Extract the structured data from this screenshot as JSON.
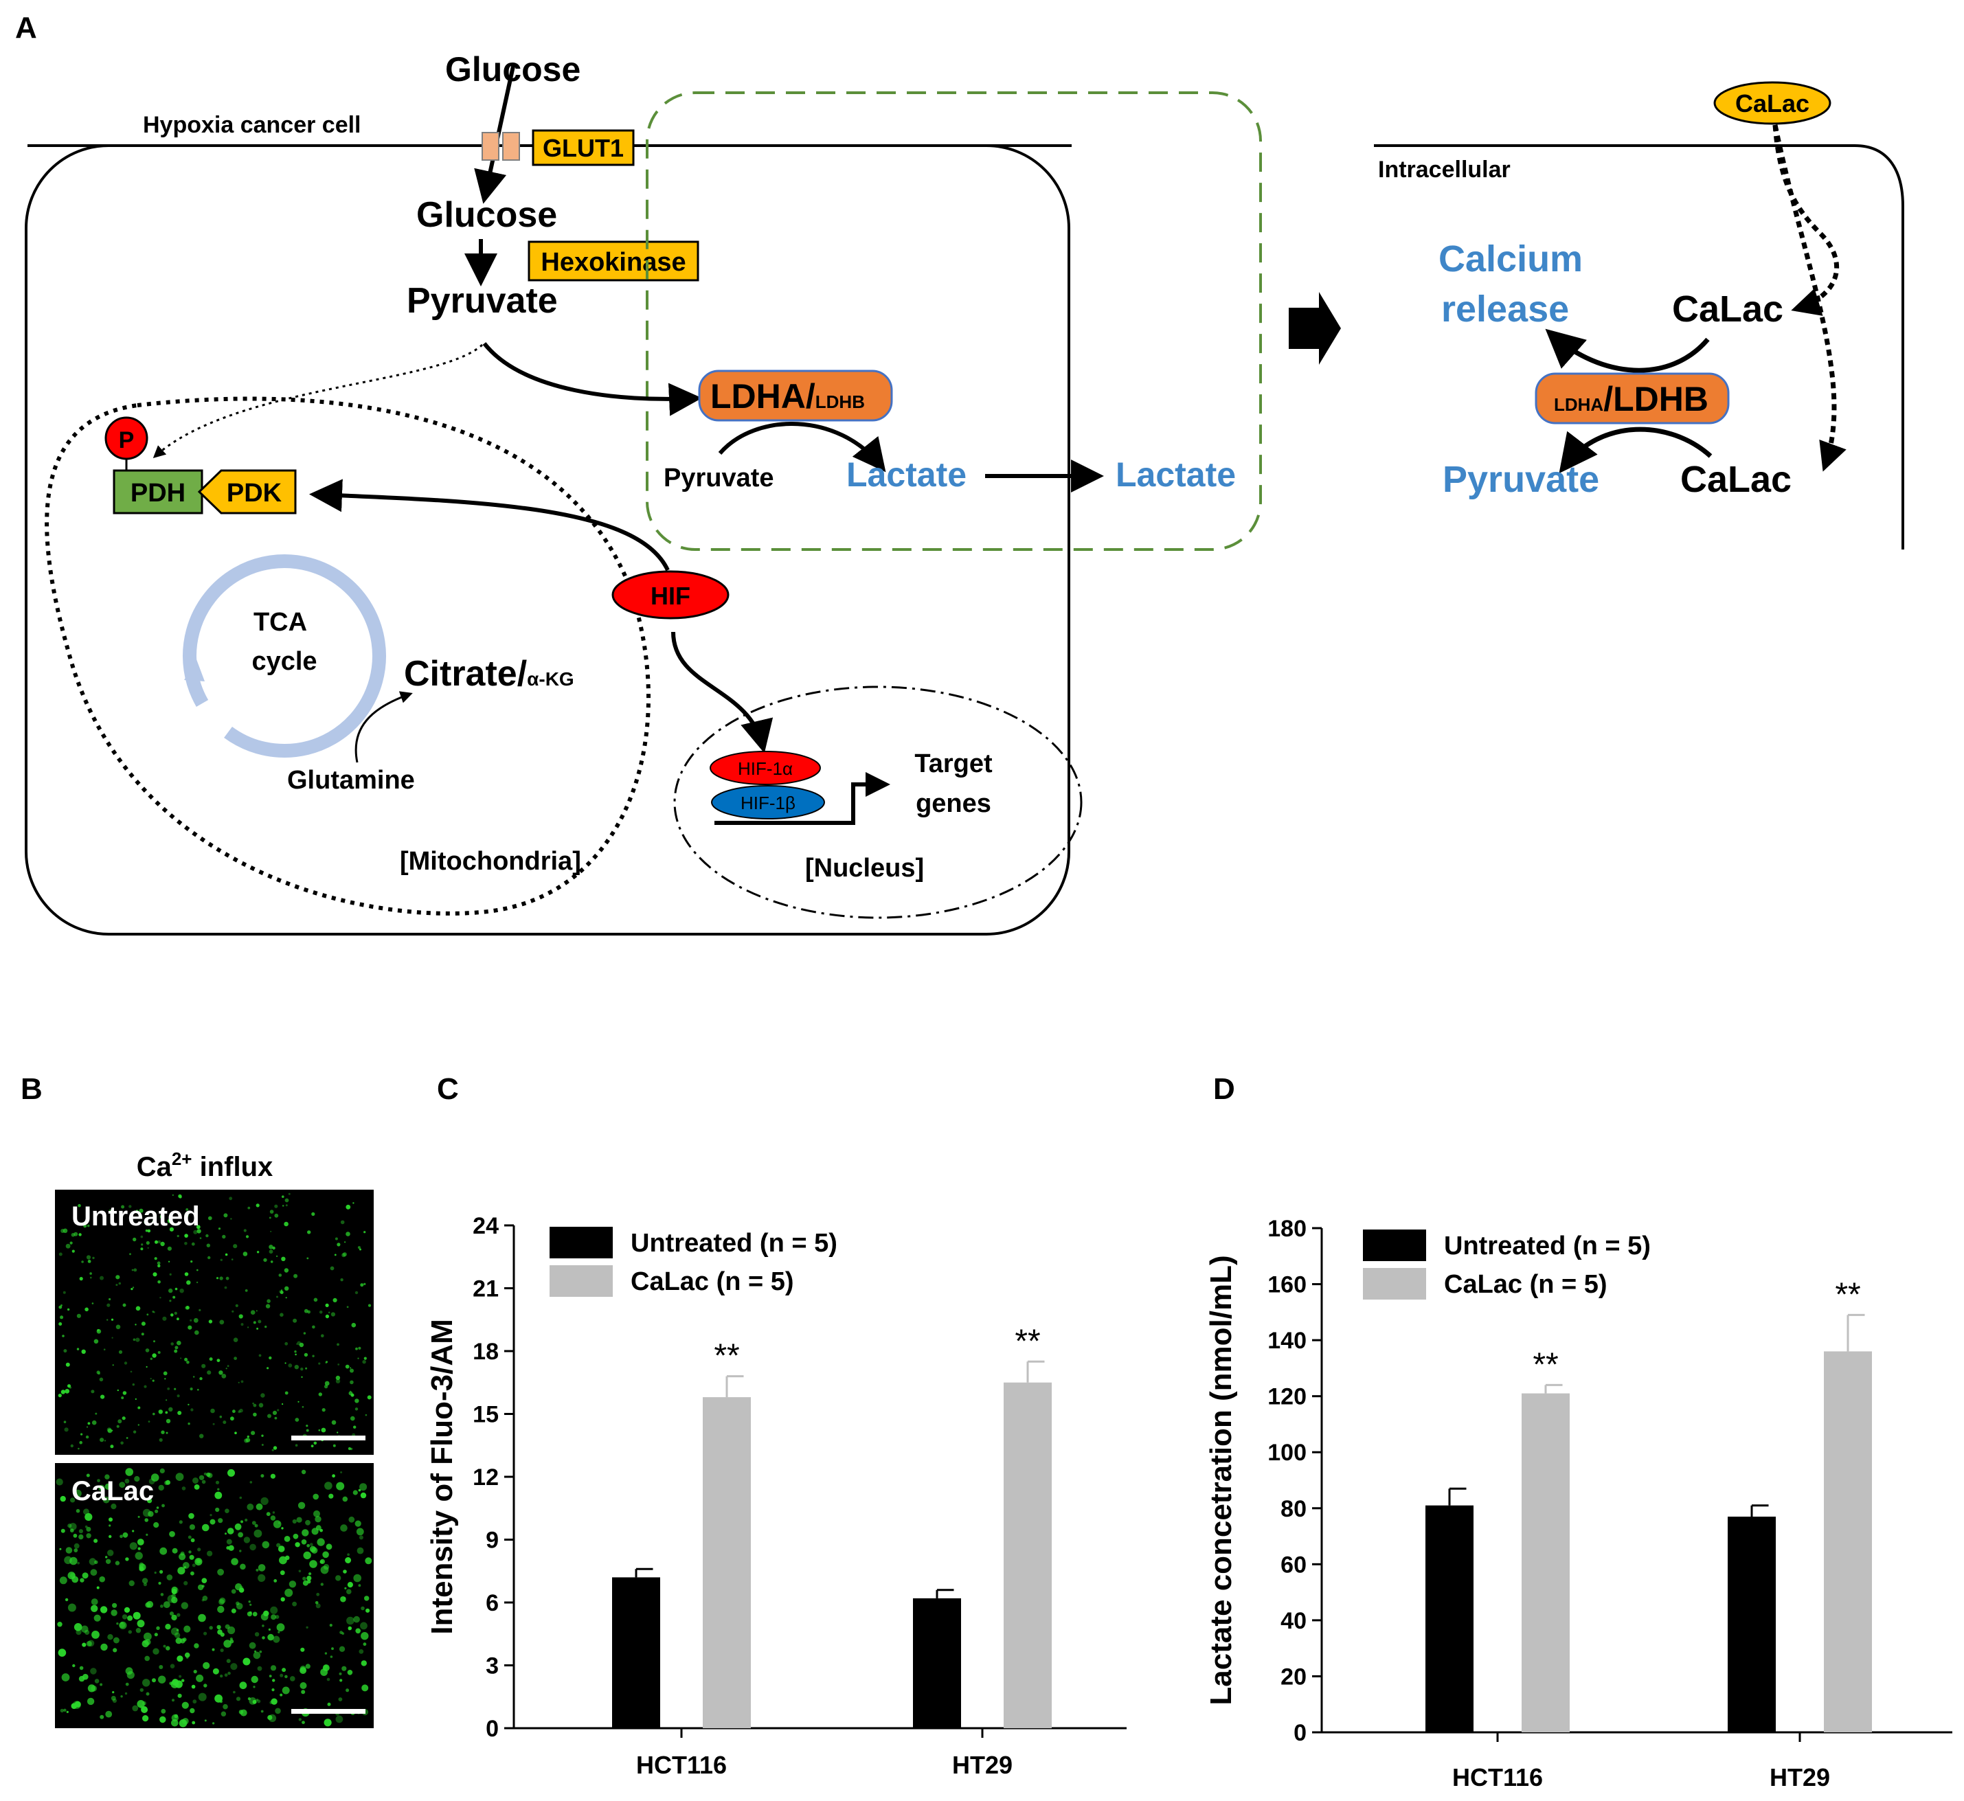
{
  "panel_labels": {
    "a": "A",
    "b": "B",
    "c": "C",
    "d": "D"
  },
  "colors": {
    "orange": "#ed7d31",
    "yellow": "#ffc000",
    "green": "#70ad47",
    "red": "#ff0000",
    "blue_text": "#3f86c8",
    "hif_beta_blue": "#0070c0",
    "gray_bar": "#bfbfbf",
    "black_bar": "#000000",
    "tca_ring": "#b4c7e7",
    "dashed_box": "#5b8f3a",
    "fluor_green": "#2bd62b"
  },
  "diagram": {
    "glucose_top": "Glucose",
    "cell_label": "Hypoxia cancer cell",
    "glut1": "GLUT1",
    "glucose_in": "Glucose",
    "hexokinase": "Hexokinase",
    "pyruvate": "Pyruvate",
    "ldha_main": "LDHA/",
    "ldha_sub": "LDHB",
    "pyruvate_small": "Pyruvate",
    "lactate1": "Lactate",
    "lactate2": "Lactate",
    "p_badge": "P",
    "pdh": "PDH",
    "pdk": "PDK",
    "hif": "HIF",
    "tca_line1": "TCA",
    "tca_line2": "cycle",
    "citrate": "Citrate/",
    "citrate_sub": "α-KG",
    "glutamine": "Glutamine",
    "mitochondria": "[Mitochondria]",
    "hif1a": "HIF-1α",
    "hif1b": "HIF-1β",
    "target1": "Target",
    "target2": "genes",
    "nucleus": "[Nucleus]",
    "calac_pill": "CaLac",
    "intracellular": "Intracellular",
    "calcium_release_1": "Calcium",
    "calcium_release_2": "release",
    "calac_top": "CaLac",
    "ldhb_sub": "LDHA",
    "ldhb_main": "/LDHB",
    "pyruvate_right": "Pyruvate",
    "calac_bottom": "CaLac"
  },
  "panel_b": {
    "title_main": "Ca",
    "title_sup": "2+",
    "title_rest": " influx",
    "img_top_label": "Untreated",
    "img_bottom_label": "CaLac"
  },
  "chart_data": [
    {
      "type": "bar",
      "panel": "C",
      "categories": [
        "HCT116",
        "HT29"
      ],
      "ylabel": "Intensity of Fluo-3/AM",
      "ylim": [
        0,
        24
      ],
      "yticks": [
        "0",
        "3",
        "6",
        "9",
        "12",
        "15",
        "18",
        "21",
        "24"
      ],
      "series": [
        {
          "name": "Untreated",
          "legend_n": "(n = 5)",
          "values": [
            7.2,
            6.2
          ],
          "errors": [
            0.4,
            0.4
          ],
          "color": "#000000"
        },
        {
          "name": "CaLac",
          "legend_n": "(n = 5)",
          "values": [
            15.8,
            16.5
          ],
          "errors": [
            1.0,
            1.0
          ],
          "color": "#bfbfbf"
        }
      ],
      "annotations": [
        {
          "category": "HCT116",
          "series": "CaLac",
          "text": "**"
        },
        {
          "category": "HT29",
          "series": "CaLac",
          "text": "**"
        }
      ],
      "legend_position": "top-left"
    },
    {
      "type": "bar",
      "panel": "D",
      "categories": [
        "HCT116",
        "HT29"
      ],
      "ylabel": "Lactate concetration (nmol/mL)",
      "ylim": [
        0,
        180
      ],
      "yticks": [
        "0",
        "20",
        "40",
        "60",
        "80",
        "100",
        "120",
        "140",
        "160",
        "180"
      ],
      "series": [
        {
          "name": "Untreated",
          "legend_n": "(n = 5)",
          "values": [
            81,
            77
          ],
          "errors": [
            6,
            4
          ],
          "color": "#000000"
        },
        {
          "name": "CaLac",
          "legend_n": "(n = 5)",
          "values": [
            121,
            136
          ],
          "errors": [
            3,
            13
          ],
          "color": "#bfbfbf"
        }
      ],
      "annotations": [
        {
          "category": "HCT116",
          "series": "CaLac",
          "text": "**"
        },
        {
          "category": "HT29",
          "series": "CaLac",
          "text": "**"
        }
      ],
      "legend_position": "top-left"
    }
  ]
}
